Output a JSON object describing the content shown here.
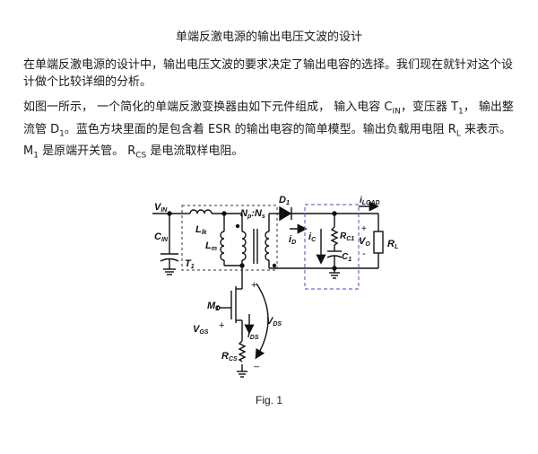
{
  "title": "单端反激电源的输出电压文波的设计",
  "paragraphs": {
    "p1": "在单端反激电源的设计中，输出电压文波的要求决定了输出电容的选择。我们现在就针对这个设计做个比较详细的分析。",
    "p2_a": "如图一所示，  一个简化的单端反激变换器由如下元件组成，  输入电容 C",
    "p2_a_sub": "IN",
    "p2_b": "，变压器 T",
    "p2_b_sub": "1",
    "p2_c": "，  输出整流管 D",
    "p2_c_sub": "1",
    "p2_d": "。蓝色方块里面的是包含着 ESR 的输出电容的简单模型。输出负载用电阻 R",
    "p2_d_sub": "L",
    "p2_e": " 来表示。M",
    "p2_e_sub": "1",
    "p2_f": " 是原端开关管。  R",
    "p2_f_sub": "CS",
    "p2_g": " 是电流取样电阻。"
  },
  "figure": {
    "caption": "Fig. 1",
    "labels": {
      "vin": "V",
      "vin_sub": "IN",
      "cin": "C",
      "cin_sub": "IN",
      "llk": "L",
      "llk_sub": "lk",
      "lm": "L",
      "lm_sub": "m",
      "t1": "T",
      "t1_sub": "1",
      "turns": "N",
      "turns_p": "p",
      "turns_colon": ":N",
      "turns_s": "s",
      "d1": "D",
      "d1_sub": "1",
      "iload": "i",
      "iload_sub": "LOAD",
      "id": "i",
      "id_sub": "D",
      "ic": "i",
      "ic_sub": "C",
      "rc1": "R",
      "rc1_sub": "C1",
      "c1": "C",
      "c1_sub": "1",
      "vo": "V",
      "vo_sub": "O",
      "vo_plus": "+",
      "vo_minus": "-",
      "rl": "R",
      "rl_sub": "L",
      "m1": "M",
      "m1_sub": "1",
      "vgs": "V",
      "vgs_sub": "GS",
      "vgs_plus": "+",
      "vds": "V",
      "vds_sub": "DS",
      "vds_plus": "+",
      "vds_minus": "_",
      "ids": "i",
      "ids_sub": "DS",
      "rcs": "R",
      "rcs_sub": "CS"
    },
    "colors": {
      "dashed_box": "#6a6ad8",
      "wire": "#111111"
    }
  }
}
